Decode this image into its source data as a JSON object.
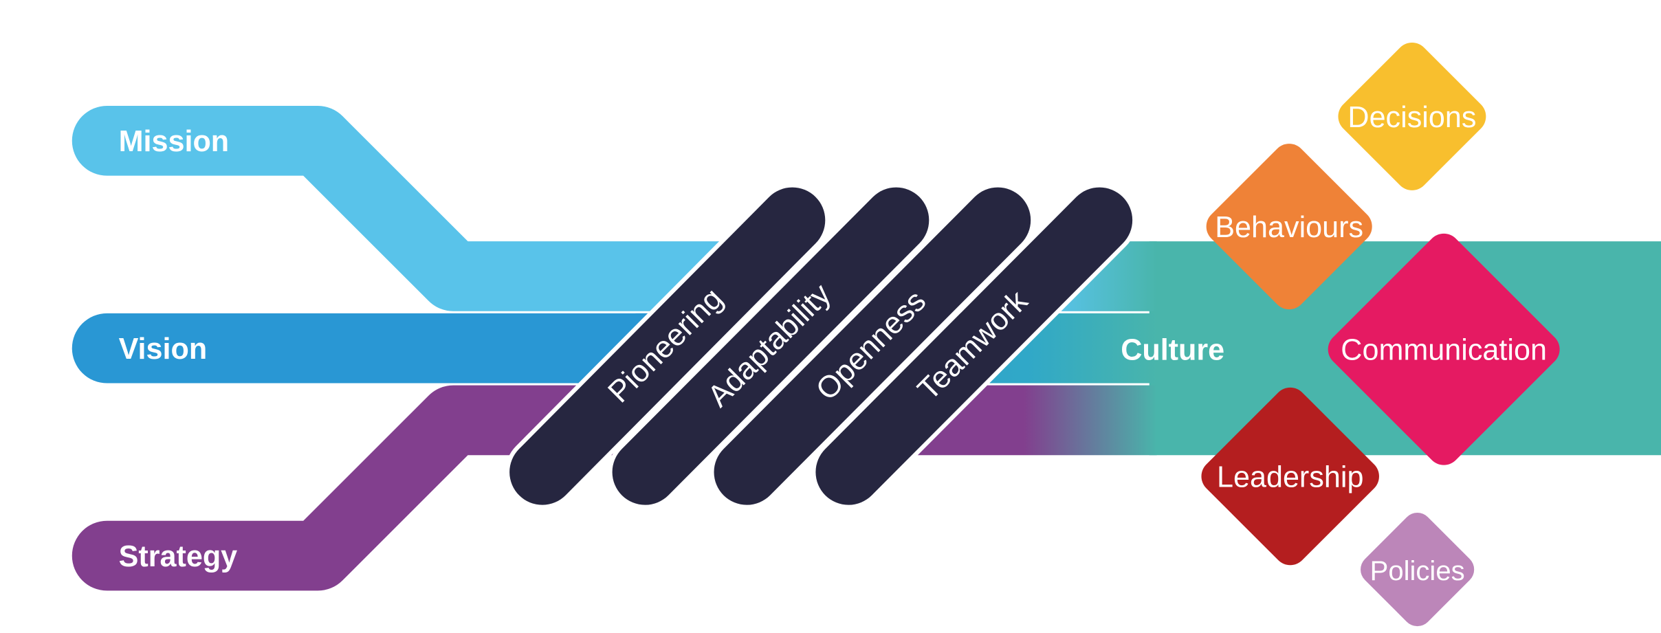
{
  "colors": {
    "mission": "#59C3EA",
    "vision": "#2997D4",
    "strategy": "#823F8E",
    "culture": "#49B5AB",
    "values_bar": "#262640",
    "decisions": "#F8BF2E",
    "behaviours": "#EF8237",
    "communication": "#E51A62",
    "leadership": "#B41E1F",
    "policies": "#BC86B9"
  },
  "inputs": {
    "mission": "Mission",
    "vision": "Vision",
    "strategy": "Strategy"
  },
  "values": [
    "Pioneering",
    "Adaptability",
    "Openness",
    "Teamwork"
  ],
  "culture": "Culture",
  "outputs": {
    "decisions": "Decisions",
    "behaviours": "Behaviours",
    "communication": "Communication",
    "leadership": "Leadership",
    "policies": "Policies"
  }
}
